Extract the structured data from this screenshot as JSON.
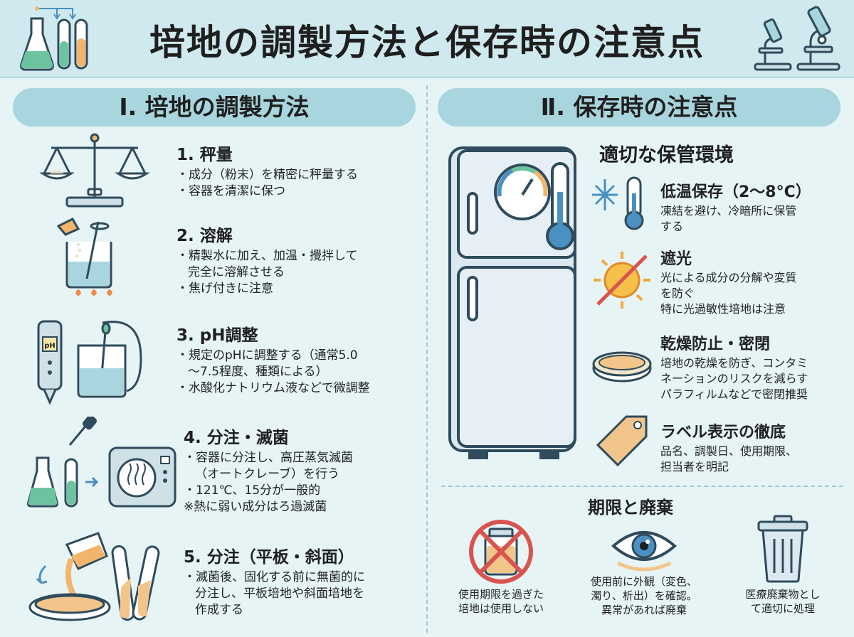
{
  "title": "培地の調製方法と保存時の注意点",
  "section1": {
    "heading": "Ⅰ. 培地の調製方法",
    "steps": [
      {
        "title": "1. 秤量",
        "bullets": [
          "成分（粉末）を精密に秤量する",
          "容器を清潔に保つ"
        ]
      },
      {
        "title": "2. 溶解",
        "bullets": [
          "精製水に加え、加温・攪拌して\n完全に溶解させる",
          "焦げ付きに注意"
        ]
      },
      {
        "title": "3. pH調整",
        "bullets": [
          "規定のpHに調整する（通常5.0\n～7.5程度、種類による）",
          "水酸化ナトリウム液などで微調整"
        ],
        "meter_label": "pH"
      },
      {
        "title": "4. 分注・滅菌",
        "bullets": [
          "容器に分注し、高圧蒸気滅菌\n（オートクレーブ）を行う",
          "121℃、15分が一般的"
        ],
        "note": "※熱に弱い成分はろ過滅菌"
      },
      {
        "title": "5. 分注（平板・斜面）",
        "bullets": [
          "滅菌後、固化する前に無菌的に\n分注し、平板培地や斜面培地を\n作成する"
        ]
      }
    ]
  },
  "section2": {
    "heading": "Ⅱ. 保存時の注意点",
    "env_heading": "適切な保管環境",
    "env_items": [
      {
        "title": "低温保存（2～8°C）",
        "desc": "凍結を避け、冷暗所に保管\nする"
      },
      {
        "title": "遮光",
        "desc": "光による成分の分解や変質\nを防ぐ\n特に光過敏性培地は注意"
      },
      {
        "title": "乾燥防止・密閉",
        "desc": "培地の乾燥を防ぎ、コンタミ\nネーションのリスクを減らす\nパラフィルムなどで密閉推奨"
      },
      {
        "title": "ラベル表示の徹底",
        "desc": "品名、調製日、使用期限、\n担当者を明記"
      }
    ],
    "expiry_heading": "期限と廃棄",
    "expiry_items": [
      {
        "caption": "使用期限を過ぎた\n培地は使用しない"
      },
      {
        "caption": "使用前に外観（変色、\n濁り、析出）を確認。\n異常があれば廃棄"
      },
      {
        "caption": "医療廃棄物とし\nて適切に処理"
      }
    ]
  },
  "colors": {
    "background": "#e6f4f6",
    "title_band": "#cfe9ee",
    "pill": "#a9d6de",
    "accent_green": "#6cc3a0",
    "accent_orange": "#f2b56b",
    "accent_blue": "#4a90c2"
  },
  "icons": [
    "flask-tubes-icon",
    "microscope-icon",
    "balance-scale-icon",
    "beaker-stir-icon",
    "ph-meter-icon",
    "autoclave-icon",
    "petri-dish-pour-icon",
    "refrigerator-icon",
    "snowflake-thermometer-icon",
    "sun-blocked-icon",
    "sealed-petri-dish-icon",
    "label-tag-icon",
    "expired-jar-icon",
    "eye-icon",
    "trash-bin-icon"
  ]
}
